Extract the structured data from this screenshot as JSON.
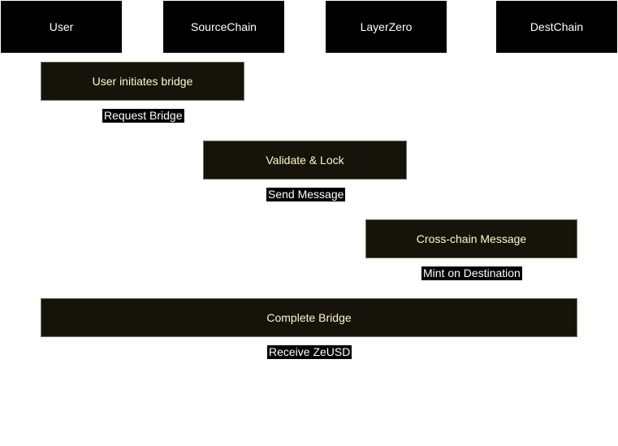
{
  "participants": [
    "User",
    "SourceChain",
    "LayerZero",
    "DestChain"
  ],
  "notes": [
    "User initiates bridge",
    "Validate & Lock",
    "Cross-chain Message",
    "Complete Bridge"
  ],
  "messages": [
    "Request Bridge",
    "Send Message",
    "Mint on Destination",
    "Receive ZeUSD"
  ],
  "colors": {
    "participant_bg": "#000000",
    "note_bg": "#16140a",
    "note_text": "#fff7c9",
    "note_border": "#77735a",
    "message_bg": "#000000",
    "text": "#ffffff"
  }
}
